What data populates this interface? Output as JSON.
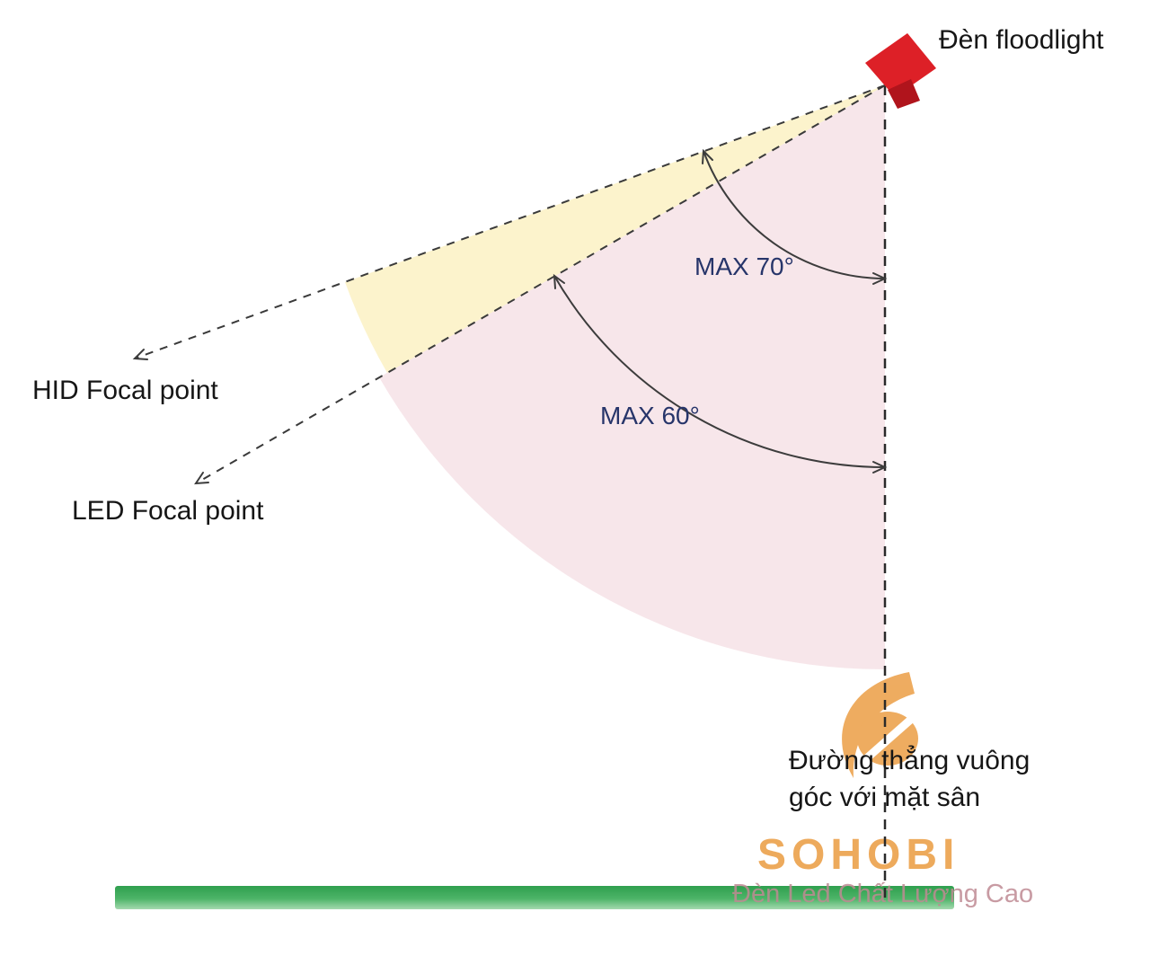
{
  "diagram": {
    "floodlight_label": "Đèn floodlight",
    "hid_label": "HID Focal point",
    "led_label": "LED Focal point",
    "max70_label": "MAX 70°",
    "max60_label": "MAX 60°",
    "perpendicular_line1": "Đường thẳng vuông",
    "perpendicular_line2": "góc với mặt sân"
  },
  "watermark": {
    "title": "SOHOBI",
    "subtitle": "Đèn Led Chất Lượng Cao"
  },
  "colors": {
    "beam_60": "#f6e2e6",
    "beam_70": "#fcf2c9",
    "floodlight_red": "#dd2027",
    "floodlight_dark": "#b0141c",
    "ground_green": "#3aa657",
    "angle_text_navy": "#27356a",
    "watermark_orange": "#eca14b",
    "watermark_subtitle_pink": "#bf8a93",
    "text_black": "#161616"
  }
}
